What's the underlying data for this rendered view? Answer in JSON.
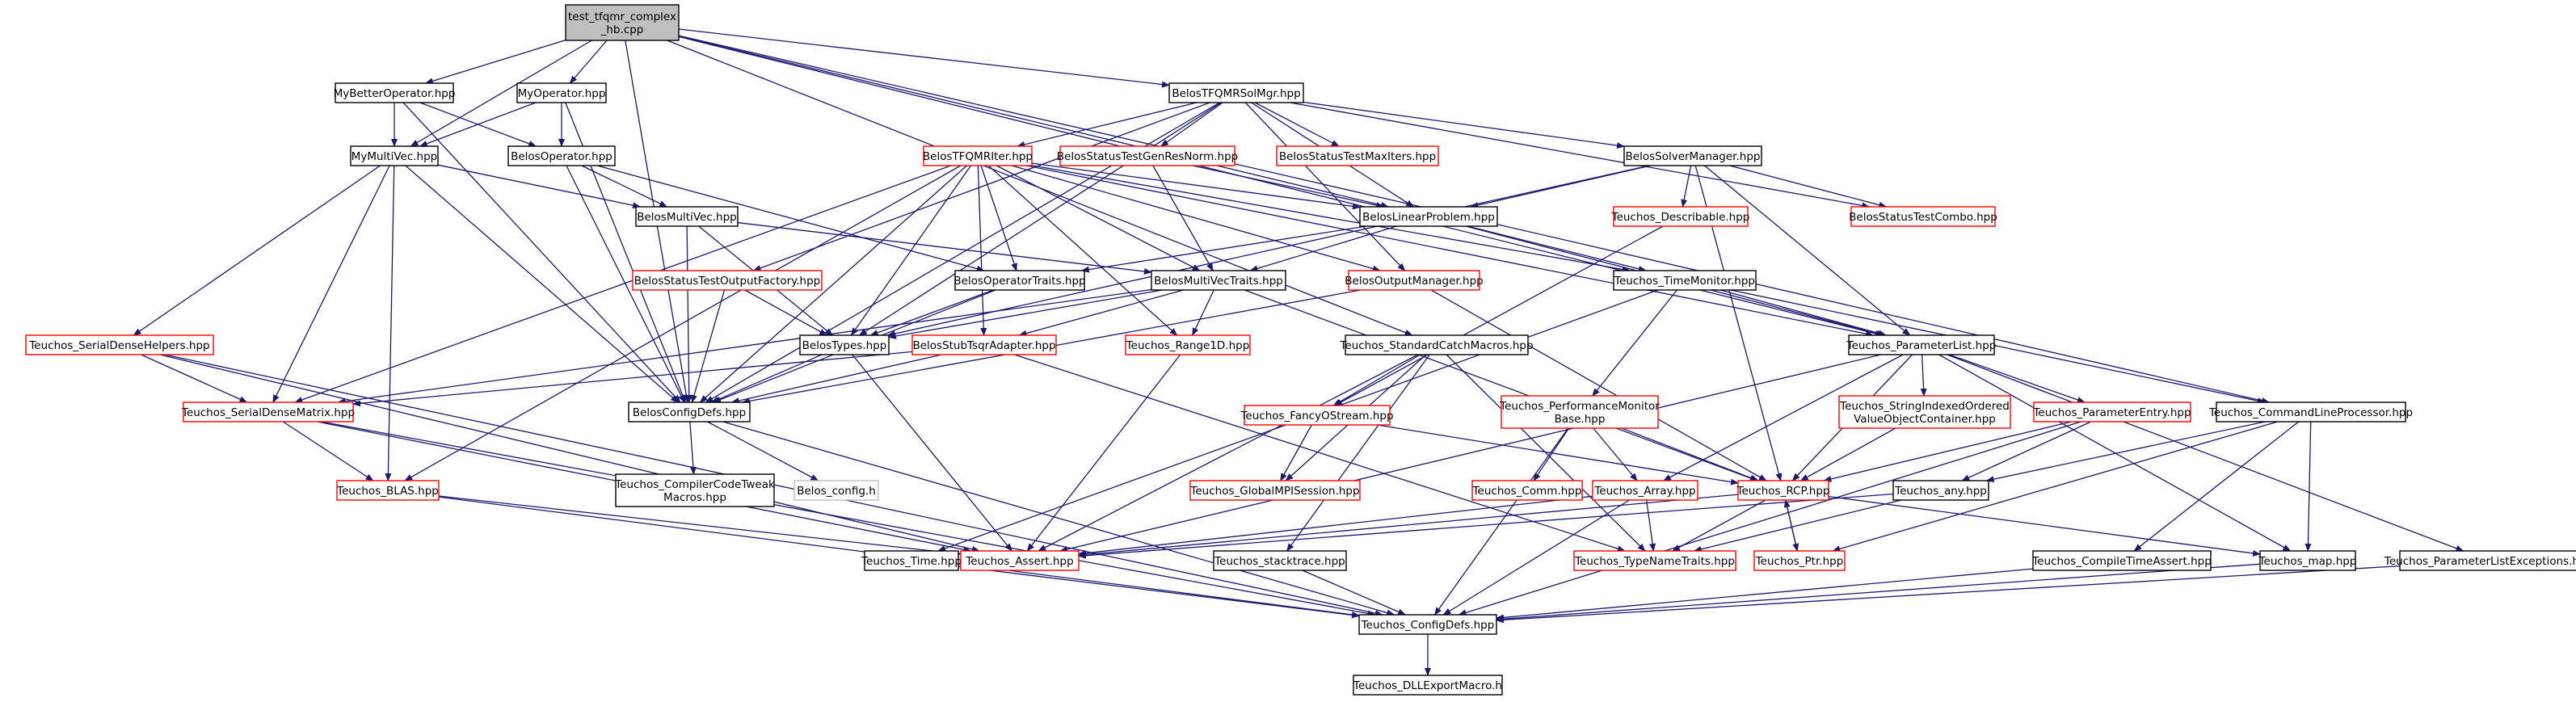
{
  "colors": {
    "edge": "#191970",
    "black_border": "#000000",
    "red_border": "#ff0000",
    "gray_border": "#bfbfbf",
    "root_fill": "#bfbfbf",
    "node_fill": "#ffffff",
    "text": "#000000"
  },
  "nodes": [
    {
      "id": "root",
      "lines": [
        "test_tfqmr_complex",
        "_hb.cpp"
      ],
      "style": "root"
    },
    {
      "id": "mybetterop",
      "lines": [
        "MyBetterOperator.hpp"
      ],
      "style": "black"
    },
    {
      "id": "myop",
      "lines": [
        "MyOperator.hpp"
      ],
      "style": "black"
    },
    {
      "id": "solmgr",
      "lines": [
        "BelosTFQMRSolMgr.hpp"
      ],
      "style": "black"
    },
    {
      "id": "mymultivec",
      "lines": [
        "MyMultiVec.hpp"
      ],
      "style": "black"
    },
    {
      "id": "belosop",
      "lines": [
        "BelosOperator.hpp"
      ],
      "style": "black"
    },
    {
      "id": "tfqmriter",
      "lines": [
        "BelosTFQMRIter.hpp"
      ],
      "style": "red"
    },
    {
      "id": "gentestres",
      "lines": [
        "BelosStatusTestGenResNorm.hpp"
      ],
      "style": "red"
    },
    {
      "id": "maxiters",
      "lines": [
        "BelosStatusTestMaxIters.hpp"
      ],
      "style": "red"
    },
    {
      "id": "solvermgr",
      "lines": [
        "BelosSolverManager.hpp"
      ],
      "style": "black"
    },
    {
      "id": "multivec",
      "lines": [
        "BelosMultiVec.hpp"
      ],
      "style": "black"
    },
    {
      "id": "linprob",
      "lines": [
        "BelosLinearProblem.hpp"
      ],
      "style": "black"
    },
    {
      "id": "describable",
      "lines": [
        "Teuchos_Describable.hpp"
      ],
      "style": "red"
    },
    {
      "id": "combo",
      "lines": [
        "BelosStatusTestCombo.hpp"
      ],
      "style": "red"
    },
    {
      "id": "outfactory",
      "lines": [
        "BelosStatusTestOutputFactory.hpp"
      ],
      "style": "red"
    },
    {
      "id": "optraits",
      "lines": [
        "BelosOperatorTraits.hpp"
      ],
      "style": "black"
    },
    {
      "id": "mvtraits",
      "lines": [
        "BelosMultiVecTraits.hpp"
      ],
      "style": "black"
    },
    {
      "id": "outmgr",
      "lines": [
        "BelosOutputManager.hpp"
      ],
      "style": "red"
    },
    {
      "id": "timemon",
      "lines": [
        "Teuchos_TimeMonitor.hpp"
      ],
      "style": "black"
    },
    {
      "id": "sdhelpers",
      "lines": [
        "Teuchos_SerialDenseHelpers.hpp"
      ],
      "style": "red"
    },
    {
      "id": "belostypes",
      "lines": [
        "BelosTypes.hpp"
      ],
      "style": "black"
    },
    {
      "id": "stubtsqr",
      "lines": [
        "BelosStubTsqrAdapter.hpp"
      ],
      "style": "red"
    },
    {
      "id": "range1d",
      "lines": [
        "Teuchos_Range1D.hpp"
      ],
      "style": "red"
    },
    {
      "id": "stdcatch",
      "lines": [
        "Teuchos_StandardCatchMacros.hpp"
      ],
      "style": "black"
    },
    {
      "id": "paramlist",
      "lines": [
        "Teuchos_ParameterList.hpp"
      ],
      "style": "black"
    },
    {
      "id": "sdmatrix",
      "lines": [
        "Teuchos_SerialDenseMatrix.hpp"
      ],
      "style": "red"
    },
    {
      "id": "configdefs_belos",
      "lines": [
        "BelosConfigDefs.hpp"
      ],
      "style": "black"
    },
    {
      "id": "fancyostream",
      "lines": [
        "Teuchos_FancyOStream.hpp"
      ],
      "style": "red"
    },
    {
      "id": "perfmon",
      "lines": [
        "Teuchos_PerformanceMonitor",
        "Base.hpp"
      ],
      "style": "red"
    },
    {
      "id": "stringindexed",
      "lines": [
        "Teuchos_StringIndexedOrdered",
        "ValueObjectContainer.hpp"
      ],
      "style": "red"
    },
    {
      "id": "paramentry",
      "lines": [
        "Teuchos_ParameterEntry.hpp"
      ],
      "style": "red"
    },
    {
      "id": "cmdline",
      "lines": [
        "Teuchos_CommandLineProcessor.hpp"
      ],
      "style": "black"
    },
    {
      "id": "blas",
      "lines": [
        "Teuchos_BLAS.hpp"
      ],
      "style": "red"
    },
    {
      "id": "compilertweak",
      "lines": [
        "Teuchos_CompilerCodeTweak",
        "Macros.hpp"
      ],
      "style": "black"
    },
    {
      "id": "belosconfigh",
      "lines": [
        "Belos_config.h"
      ],
      "style": "gray"
    },
    {
      "id": "globalmpi",
      "lines": [
        "Teuchos_GlobalMPISession.hpp"
      ],
      "style": "red"
    },
    {
      "id": "comm",
      "lines": [
        "Teuchos_Comm.hpp"
      ],
      "style": "red"
    },
    {
      "id": "array",
      "lines": [
        "Teuchos_Array.hpp"
      ],
      "style": "red"
    },
    {
      "id": "rcp",
      "lines": [
        "Teuchos_RCP.hpp"
      ],
      "style": "red"
    },
    {
      "id": "any",
      "lines": [
        "Teuchos_any.hpp"
      ],
      "style": "black"
    },
    {
      "id": "time",
      "lines": [
        "Teuchos_Time.hpp"
      ],
      "style": "black"
    },
    {
      "id": "assert",
      "lines": [
        "Teuchos_Assert.hpp"
      ],
      "style": "red"
    },
    {
      "id": "stacktrace",
      "lines": [
        "Teuchos_stacktrace.hpp"
      ],
      "style": "black"
    },
    {
      "id": "typenametraits",
      "lines": [
        "Teuchos_TypeNameTraits.hpp"
      ],
      "style": "red"
    },
    {
      "id": "ptr",
      "lines": [
        "Teuchos_Ptr.hpp"
      ],
      "style": "red"
    },
    {
      "id": "compiletimeassert",
      "lines": [
        "Teuchos_CompileTimeAssert.hpp"
      ],
      "style": "black"
    },
    {
      "id": "map",
      "lines": [
        "Teuchos_map.hpp"
      ],
      "style": "black"
    },
    {
      "id": "plexceptions",
      "lines": [
        "Teuchos_ParameterListExceptions.hpp"
      ],
      "style": "black"
    },
    {
      "id": "configdefs_teuchos",
      "lines": [
        "Teuchos_ConfigDefs.hpp"
      ],
      "style": "black"
    },
    {
      "id": "dllexport",
      "lines": [
        "Teuchos_DLLExportMacro.h"
      ],
      "style": "black"
    }
  ],
  "edges": [
    [
      "root",
      "mybetterop"
    ],
    [
      "root",
      "myop"
    ],
    [
      "root",
      "solmgr"
    ],
    [
      "root",
      "mymultivec"
    ],
    [
      "root",
      "configdefs_belos"
    ],
    [
      "root",
      "linprob"
    ],
    [
      "root",
      "paramlist"
    ],
    [
      "root",
      "cmdline"
    ],
    [
      "root",
      "stdcatch"
    ],
    [
      "mybetterop",
      "mymultivec"
    ],
    [
      "mybetterop",
      "belosop"
    ],
    [
      "mybetterop",
      "configdefs_belos"
    ],
    [
      "myop",
      "mymultivec"
    ],
    [
      "myop",
      "belosop"
    ],
    [
      "myop",
      "configdefs_belos"
    ],
    [
      "mymultivec",
      "multivec"
    ],
    [
      "mymultivec",
      "sdhelpers"
    ],
    [
      "mymultivec",
      "sdmatrix"
    ],
    [
      "mymultivec",
      "configdefs_belos"
    ],
    [
      "mymultivec",
      "blas"
    ],
    [
      "belosop",
      "multivec"
    ],
    [
      "belosop",
      "optraits"
    ],
    [
      "belosop",
      "configdefs_belos"
    ],
    [
      "solmgr",
      "tfqmriter"
    ],
    [
      "solmgr",
      "gentestres"
    ],
    [
      "solmgr",
      "maxiters"
    ],
    [
      "solmgr",
      "solvermgr"
    ],
    [
      "solmgr",
      "linprob"
    ],
    [
      "solmgr",
      "outfactory"
    ],
    [
      "solmgr",
      "combo"
    ],
    [
      "solmgr",
      "outmgr"
    ],
    [
      "solmgr",
      "belostypes"
    ],
    [
      "solmgr",
      "configdefs_belos"
    ],
    [
      "tfqmriter",
      "linprob"
    ],
    [
      "tfqmriter",
      "optraits"
    ],
    [
      "tfqmriter",
      "mvtraits"
    ],
    [
      "tfqmriter",
      "outmgr"
    ],
    [
      "tfqmriter",
      "stubtsqr"
    ],
    [
      "tfqmriter",
      "belostypes"
    ],
    [
      "tfqmriter",
      "sdmatrix"
    ],
    [
      "tfqmriter",
      "blas"
    ],
    [
      "tfqmriter",
      "timemon"
    ],
    [
      "tfqmriter",
      "paramlist"
    ],
    [
      "tfqmriter",
      "range1d"
    ],
    [
      "tfqmriter",
      "configdefs_belos"
    ],
    [
      "gentestres",
      "linprob"
    ],
    [
      "gentestres",
      "mvtraits"
    ],
    [
      "solvermgr",
      "linprob"
    ],
    [
      "solvermgr",
      "describable"
    ],
    [
      "solvermgr",
      "combo"
    ],
    [
      "solvermgr",
      "paramlist"
    ],
    [
      "solvermgr",
      "rcp"
    ],
    [
      "solvermgr",
      "belostypes"
    ],
    [
      "linprob",
      "mvtraits"
    ],
    [
      "linprob",
      "optraits"
    ],
    [
      "linprob",
      "timemon"
    ],
    [
      "linprob",
      "paramlist"
    ],
    [
      "multivec",
      "mvtraits"
    ],
    [
      "multivec",
      "belostypes"
    ],
    [
      "multivec",
      "configdefs_belos"
    ],
    [
      "outfactory",
      "belostypes"
    ],
    [
      "outfactory",
      "configdefs_belos"
    ],
    [
      "optraits",
      "belostypes"
    ],
    [
      "optraits",
      "configdefs_belos"
    ],
    [
      "mvtraits",
      "belostypes"
    ],
    [
      "mvtraits",
      "stubtsqr"
    ],
    [
      "mvtraits",
      "range1d"
    ],
    [
      "mvtraits",
      "rcp"
    ],
    [
      "mvtraits",
      "sdmatrix"
    ],
    [
      "outmgr",
      "configdefs_belos"
    ],
    [
      "outmgr",
      "rcp"
    ],
    [
      "timemon",
      "paramlist"
    ],
    [
      "timemon",
      "perfmon"
    ],
    [
      "timemon",
      "time"
    ],
    [
      "timemon",
      "cmdline"
    ],
    [
      "describable",
      "fancyostream"
    ],
    [
      "sdhelpers",
      "sdmatrix"
    ],
    [
      "sdhelpers",
      "assert"
    ],
    [
      "sdhelpers",
      "configdefs_teuchos"
    ],
    [
      "belostypes",
      "configdefs_belos"
    ],
    [
      "belostypes",
      "assert"
    ],
    [
      "stubtsqr",
      "configdefs_belos"
    ],
    [
      "stubtsqr",
      "sdmatrix"
    ],
    [
      "stubtsqr",
      "typenametraits"
    ],
    [
      "range1d",
      "assert"
    ],
    [
      "stdcatch",
      "fancyostream"
    ],
    [
      "stdcatch",
      "globalmpi"
    ],
    [
      "stdcatch",
      "assert"
    ],
    [
      "stdcatch",
      "typenametraits"
    ],
    [
      "stdcatch",
      "stacktrace"
    ],
    [
      "paramlist",
      "stringindexed"
    ],
    [
      "paramlist",
      "paramentry"
    ],
    [
      "paramlist",
      "array"
    ],
    [
      "paramlist",
      "rcp"
    ],
    [
      "paramlist",
      "map"
    ],
    [
      "paramlist",
      "plexceptions"
    ],
    [
      "paramlist",
      "assert"
    ],
    [
      "sdmatrix",
      "blas"
    ],
    [
      "sdmatrix",
      "assert"
    ],
    [
      "sdmatrix",
      "configdefs_teuchos"
    ],
    [
      "configdefs_belos",
      "compilertweak"
    ],
    [
      "configdefs_belos",
      "belosconfigh"
    ],
    [
      "configdefs_belos",
      "configdefs_teuchos"
    ],
    [
      "fancyostream",
      "globalmpi"
    ],
    [
      "fancyostream",
      "rcp"
    ],
    [
      "perfmon",
      "comm"
    ],
    [
      "perfmon",
      "array"
    ],
    [
      "perfmon",
      "rcp"
    ],
    [
      "perfmon",
      "configdefs_teuchos"
    ],
    [
      "stringindexed",
      "rcp"
    ],
    [
      "paramentry",
      "rcp"
    ],
    [
      "paramentry",
      "any"
    ],
    [
      "paramentry",
      "configdefs_teuchos"
    ],
    [
      "cmdline",
      "any"
    ],
    [
      "cmdline",
      "ptr"
    ],
    [
      "cmdline",
      "map"
    ],
    [
      "cmdline",
      "compiletimeassert"
    ],
    [
      "blas",
      "assert"
    ],
    [
      "blas",
      "configdefs_teuchos"
    ],
    [
      "array",
      "assert"
    ],
    [
      "array",
      "typenametraits"
    ],
    [
      "array",
      "configdefs_teuchos"
    ],
    [
      "rcp",
      "ptr"
    ],
    [
      "rcp",
      "assert"
    ],
    [
      "rcp",
      "typenametraits"
    ],
    [
      "rcp",
      "map"
    ],
    [
      "any",
      "assert"
    ],
    [
      "any",
      "typenametraits"
    ],
    [
      "ptr",
      "rcp"
    ],
    [
      "time",
      "configdefs_teuchos"
    ],
    [
      "stacktrace",
      "configdefs_teuchos"
    ],
    [
      "compiletimeassert",
      "configdefs_teuchos"
    ],
    [
      "map",
      "configdefs_teuchos"
    ],
    [
      "plexceptions",
      "configdefs_teuchos"
    ],
    [
      "configdefs_teuchos",
      "dllexport"
    ]
  ]
}
